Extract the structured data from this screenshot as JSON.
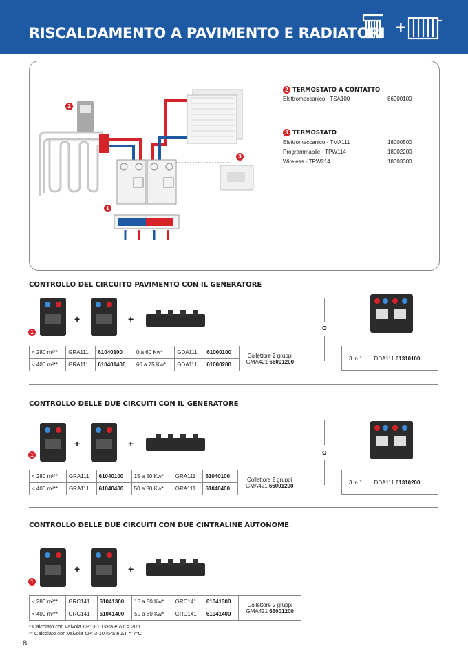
{
  "header": {
    "title": "RISCALDAMENTO A PAVIMENTO E RADIATORI"
  },
  "diagram": {
    "badges": {
      "badge1": "1",
      "badge2": "2",
      "badge3": "3"
    }
  },
  "thermostats": {
    "contact": {
      "num": "2",
      "title": "TERMOSTATO A CONTATTO",
      "rows": [
        {
          "name": "Elettromeccanico - TSA100",
          "code": "86900100"
        }
      ]
    },
    "room": {
      "num": "3",
      "title": "TERMOSTATO",
      "rows": [
        {
          "name": "Elettromeccanico - TMA111",
          "code": "18000500"
        },
        {
          "name": "Programmabile - TPW114",
          "code": "18002200"
        },
        {
          "name": "Wireless - TPW214",
          "code": "18003300"
        }
      ]
    }
  },
  "sections": [
    {
      "title": "CONTROLLO DEL CIRCUITO PAVIMENTO CON IL GENERATORE",
      "badge": "1",
      "plus": "+",
      "or": "o",
      "rows": [
        {
          "area": "< 280 m²**",
          "m": "GRA111",
          "mc": "61040100",
          "power": "0 a 60 Kw*",
          "g": "GDA111",
          "gc": "61000100"
        },
        {
          "area": "< 400 m²**",
          "m": "GRA111",
          "mc": "610401400",
          "power": "60 a 75 Kw*",
          "g": "GDA111",
          "gc": "61000200"
        }
      ],
      "collector": {
        "label": "Collettore 2 gruppi",
        "model": "GMA421",
        "code": "66001200"
      },
      "alt": {
        "label": "3 in 1",
        "model": "DDA111",
        "code": "61310100"
      }
    },
    {
      "title": "CONTROLLO DELLE DUE CIRCUITI CON IL GENERATORE",
      "badge": "1",
      "plus": "+",
      "or": "o",
      "rows": [
        {
          "area": "< 280 m²**",
          "m": "GRA111",
          "mc": "61040100",
          "power": "15 a 50 Kw*",
          "g": "GRA111",
          "gc": "61040100"
        },
        {
          "area": "< 400 m²**",
          "m": "GRA111",
          "mc": "61040400",
          "power": "50 a 80 Kw*",
          "g": "GRA111",
          "gc": "61040400"
        }
      ],
      "collector": {
        "label": "Collettore 2 gruppi",
        "model": "GMA421",
        "code": "66001200"
      },
      "alt": {
        "label": "3 in 1",
        "model": "DDA111",
        "code": "61310200"
      }
    },
    {
      "title": "CONTROLLO DELLE DUE CIRCUITI CON DUE CINTRALINE AUTONOME",
      "badge": "1",
      "plus": "+",
      "rows": [
        {
          "area": "< 280 m²**",
          "m": "GRC141",
          "mc": "61041300",
          "power": "15 a 50 Kw*",
          "g": "GRC141",
          "gc": "61041300"
        },
        {
          "area": "< 400 m²**",
          "m": "GRC141",
          "mc": "61041400",
          "power": "50 a 80 Kw*",
          "g": "GRC141",
          "gc": "61041400"
        }
      ],
      "collector": {
        "label": "Collettore 2 gruppi",
        "model": "GMA421",
        "code": "66001200"
      }
    }
  ],
  "notes": [
    "* Calcolato con valvola ΔP: 3-10 kPa e ΔT = 20°C",
    "** Calcolato con valvola ΔP: 3-10 kPa e ΔT = 7°C"
  ],
  "page_number": "8",
  "colors": {
    "header": "#1d5aa3",
    "red": "#d6232a",
    "blue": "#1d5aa3"
  }
}
